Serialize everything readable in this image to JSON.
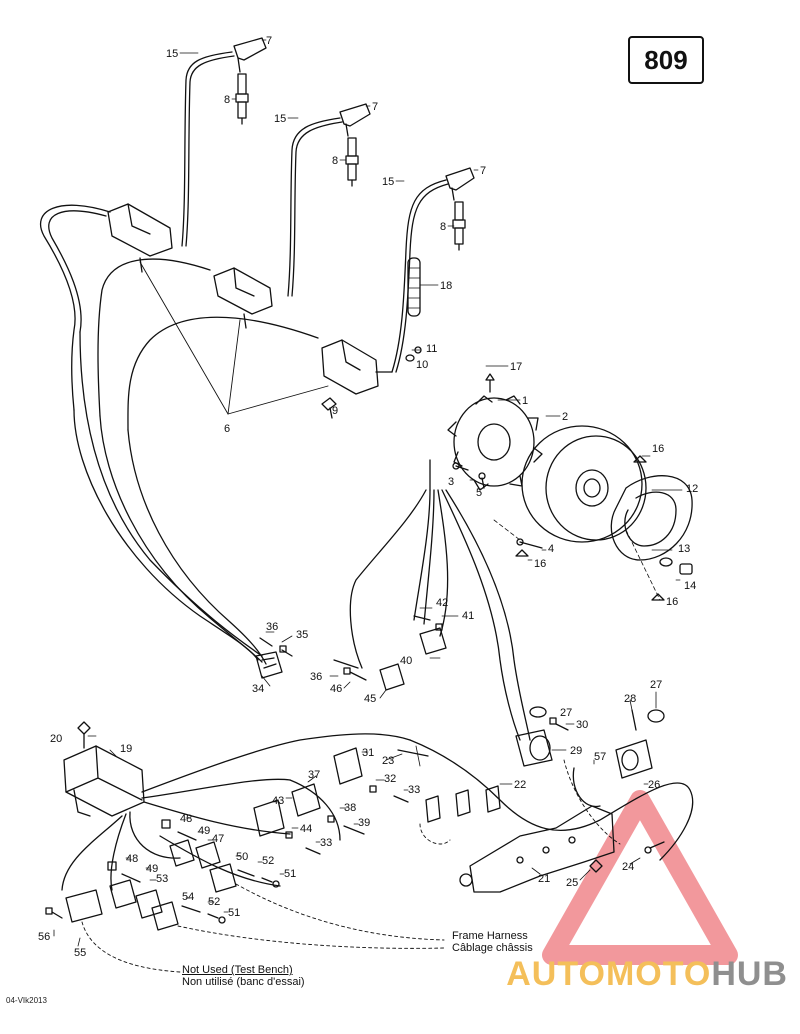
{
  "page_ref": "809",
  "footer_code": "04-VIk2013",
  "notes": {
    "frame_harness_en": "Frame Harness",
    "frame_harness_fr": "Câblage châssis",
    "not_used_en": "Not Used (Test Bench)",
    "not_used_fr": "Non utilisé (banc d'essai)"
  },
  "watermark": {
    "part1": "AUTO",
    "part2": "MOTO",
    "part3": "HUB",
    "color_triangle": "#e8434a",
    "color_text": "#f4bf5a",
    "color_hub": "#8f8f8f"
  },
  "callouts": [
    {
      "id": "c15a",
      "text": "15"
    },
    {
      "id": "c7a",
      "text": "7"
    },
    {
      "id": "c8a",
      "text": "8"
    },
    {
      "id": "c15b",
      "text": "15"
    },
    {
      "id": "c7b",
      "text": "7"
    },
    {
      "id": "c8b",
      "text": "8"
    },
    {
      "id": "c15c",
      "text": "15"
    },
    {
      "id": "c7c",
      "text": "7"
    },
    {
      "id": "c8c",
      "text": "8"
    },
    {
      "id": "c18",
      "text": "18"
    },
    {
      "id": "c11",
      "text": "11"
    },
    {
      "id": "c10",
      "text": "10"
    },
    {
      "id": "c9",
      "text": "9"
    },
    {
      "id": "c6",
      "text": "6"
    },
    {
      "id": "c17",
      "text": "17"
    },
    {
      "id": "c1",
      "text": "1"
    },
    {
      "id": "c2",
      "text": "2"
    },
    {
      "id": "c16a",
      "text": "16"
    },
    {
      "id": "c12",
      "text": "12"
    },
    {
      "id": "c3",
      "text": "3"
    },
    {
      "id": "c5",
      "text": "5"
    },
    {
      "id": "c4",
      "text": "4"
    },
    {
      "id": "c16b",
      "text": "16"
    },
    {
      "id": "c13",
      "text": "13"
    },
    {
      "id": "c14",
      "text": "14"
    },
    {
      "id": "c16c",
      "text": "16"
    },
    {
      "id": "c42",
      "text": "42"
    },
    {
      "id": "c41",
      "text": "41"
    },
    {
      "id": "c40",
      "text": "40"
    },
    {
      "id": "c36a",
      "text": "36"
    },
    {
      "id": "c35",
      "text": "35"
    },
    {
      "id": "c34",
      "text": "34"
    },
    {
      "id": "c36b",
      "text": "36"
    },
    {
      "id": "c46",
      "text": "46"
    },
    {
      "id": "c45",
      "text": "45"
    },
    {
      "id": "c28",
      "text": "28"
    },
    {
      "id": "c27a",
      "text": "27"
    },
    {
      "id": "c27b",
      "text": "27"
    },
    {
      "id": "c30",
      "text": "30"
    },
    {
      "id": "c29",
      "text": "29"
    },
    {
      "id": "c20",
      "text": "20"
    },
    {
      "id": "c19",
      "text": "19"
    },
    {
      "id": "c31",
      "text": "31"
    },
    {
      "id": "c23",
      "text": "23"
    },
    {
      "id": "c37",
      "text": "37"
    },
    {
      "id": "c32",
      "text": "32"
    },
    {
      "id": "c33a",
      "text": "33"
    },
    {
      "id": "c22",
      "text": "22"
    },
    {
      "id": "c57",
      "text": "57"
    },
    {
      "id": "c26",
      "text": "26"
    },
    {
      "id": "c43",
      "text": "43"
    },
    {
      "id": "c38",
      "text": "38"
    },
    {
      "id": "c39",
      "text": "39"
    },
    {
      "id": "c44",
      "text": "44"
    },
    {
      "id": "c33b",
      "text": "33"
    },
    {
      "id": "c48a",
      "text": "48"
    },
    {
      "id": "c49a",
      "text": "49"
    },
    {
      "id": "c47",
      "text": "47"
    },
    {
      "id": "c50",
      "text": "50"
    },
    {
      "id": "c52a",
      "text": "52"
    },
    {
      "id": "c51a",
      "text": "51"
    },
    {
      "id": "c48b",
      "text": "48"
    },
    {
      "id": "c49b",
      "text": "49"
    },
    {
      "id": "c53",
      "text": "53"
    },
    {
      "id": "c54",
      "text": "54"
    },
    {
      "id": "c52b",
      "text": "52"
    },
    {
      "id": "c51b",
      "text": "51"
    },
    {
      "id": "c56",
      "text": "56"
    },
    {
      "id": "c55",
      "text": "55"
    },
    {
      "id": "c21",
      "text": "21"
    },
    {
      "id": "c25",
      "text": "25"
    },
    {
      "id": "c24",
      "text": "24"
    }
  ]
}
